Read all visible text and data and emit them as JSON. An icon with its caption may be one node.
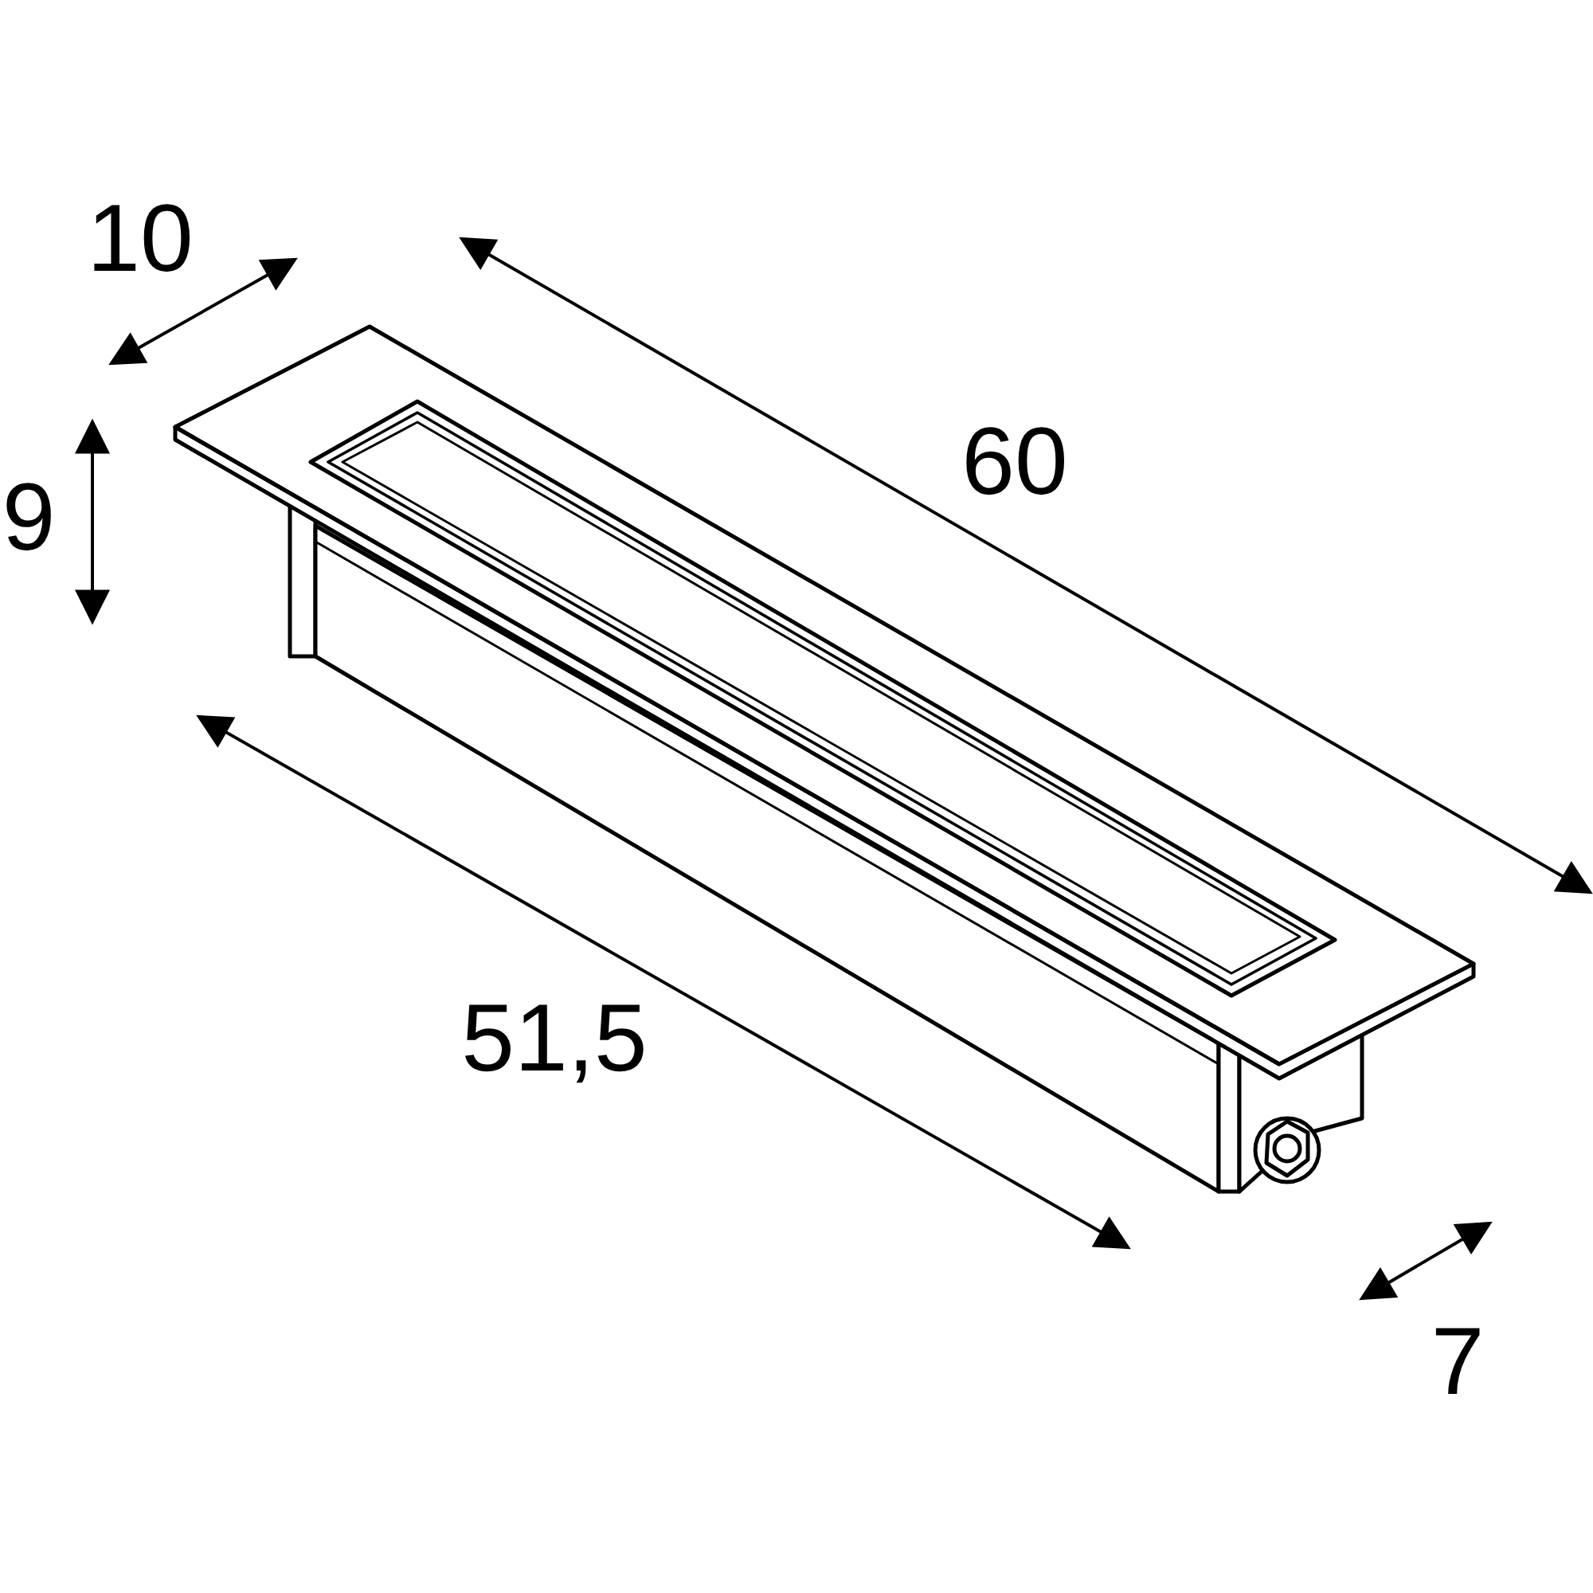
{
  "diagram": {
    "labels": [
      "10",
      "9",
      "60",
      "51,5",
      "7"
    ]
  }
}
